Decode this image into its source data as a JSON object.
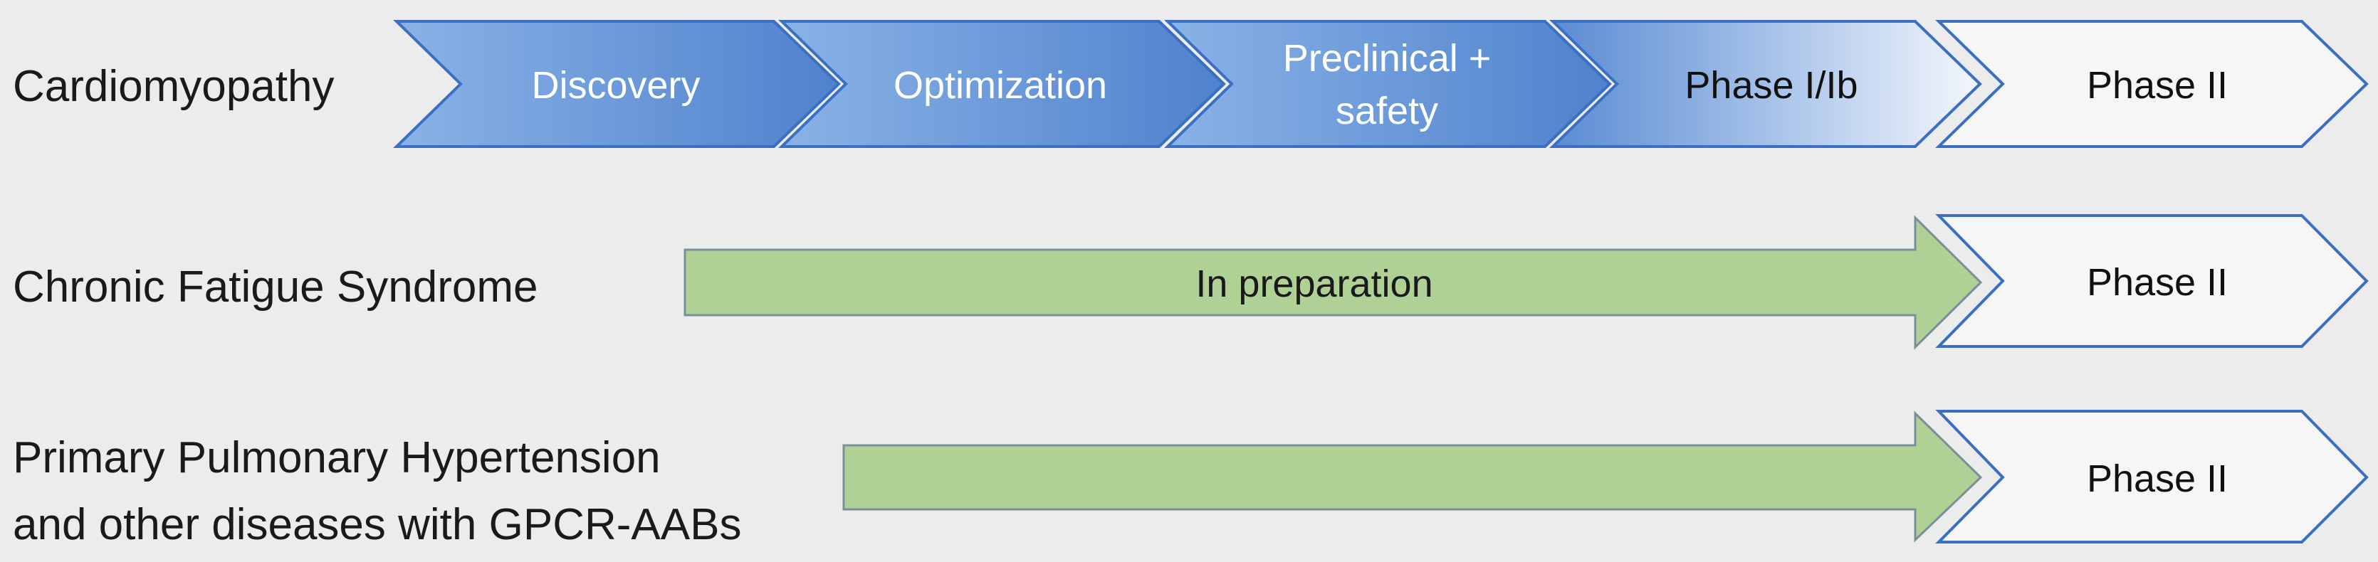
{
  "rows": {
    "cardiomyopathy": {
      "label": "Cardiomyopathy",
      "stages": {
        "discovery": "Discovery",
        "optimization": "Optimization",
        "preclinical_line1": "Preclinical +",
        "preclinical_line2": "safety",
        "phase1": "Phase I/Ib",
        "phase2": "Phase II"
      }
    },
    "chronic_fatigue": {
      "label": "Chronic Fatigue Syndrome",
      "arrow_text": "In preparation",
      "phase2": "Phase II"
    },
    "pulmonary": {
      "label_line1": "Primary Pulmonary Hypertension",
      "label_line2": "and other diseases with GPCR-AABs",
      "phase2": "Phase II"
    }
  },
  "colors": {
    "chevron_blue_light": "#7aa6de",
    "chevron_blue_dark": "#4d7fcb",
    "chevron_border": "#3a6fc4",
    "green_fill": "#b0d195",
    "green_border": "#7a8f9a",
    "white_chevron_fill": "#f6f6f6",
    "background": "#ececec"
  }
}
